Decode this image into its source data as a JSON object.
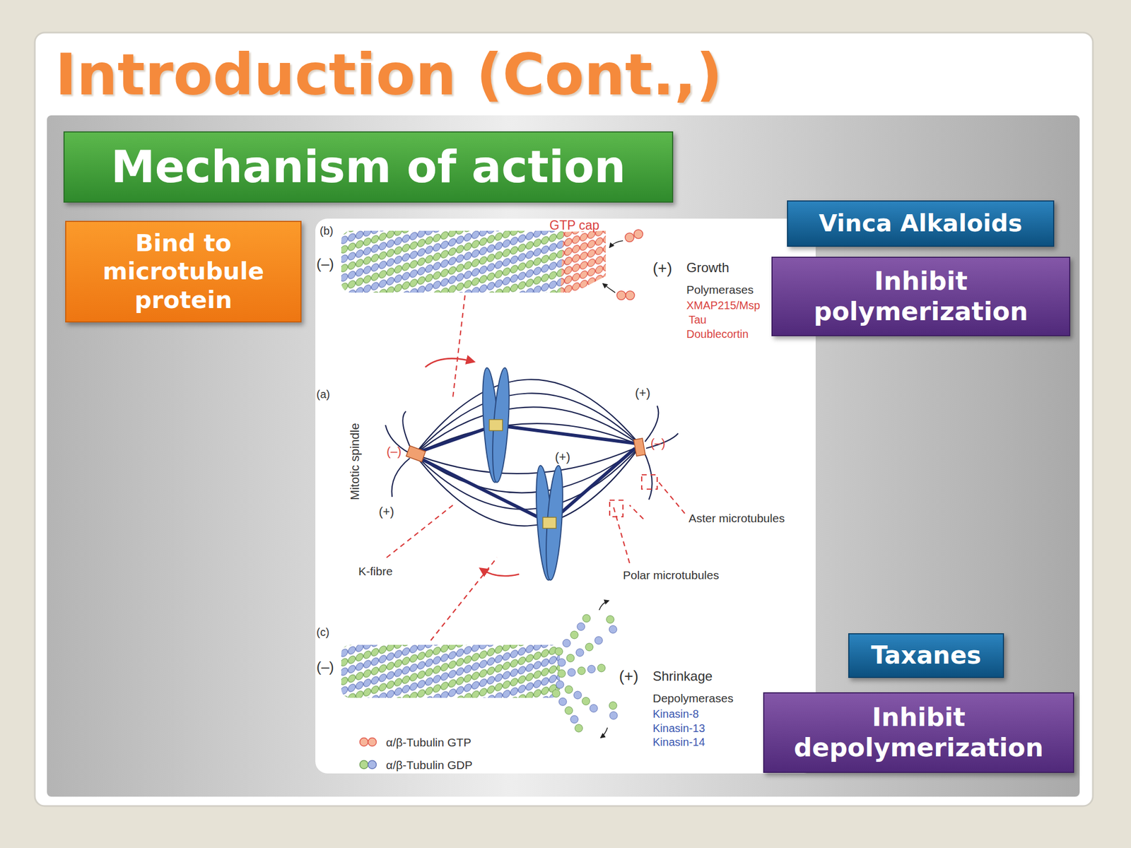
{
  "diagram": {
    "title": "Introduction (Cont.,)",
    "nodes": [
      {
        "text": [
          "Mechanism of action"
        ]
      },
      {
        "text": [
          "Bind to microtubule protein"
        ]
      },
      {
        "text": [
          "Vinca Alkaloids"
        ]
      },
      {
        "text": [
          "Inhibit polymerization"
        ]
      },
      {
        "text": [
          "Taxanes"
        ]
      },
      {
        "text": [
          "Inhibit depolymerization"
        ]
      }
    ],
    "labels": [
      "(b)",
      "GTP cap",
      "(–)",
      "(+)",
      "Growth",
      "Polymerases",
      "XMAP215/Msp",
      "Tau",
      "Doublecortin",
      "(a)",
      "Mitotic spindle",
      "(+)",
      "(–)",
      "(+)",
      "(–)",
      "(+)",
      "Aster microtubules",
      "K-fibre",
      "Polar microtubules",
      "(c)",
      "(–)",
      "(+)",
      "Shrinkage",
      "Depolymerases",
      "Kinasin-8",
      "Kinasin-13",
      "Kinasin-14"
    ],
    "legend": [
      {
        "text": "α/β-Tubulin GTP"
      },
      {
        "text": "α/β-Tubulin GDP"
      }
    ]
  }
}
